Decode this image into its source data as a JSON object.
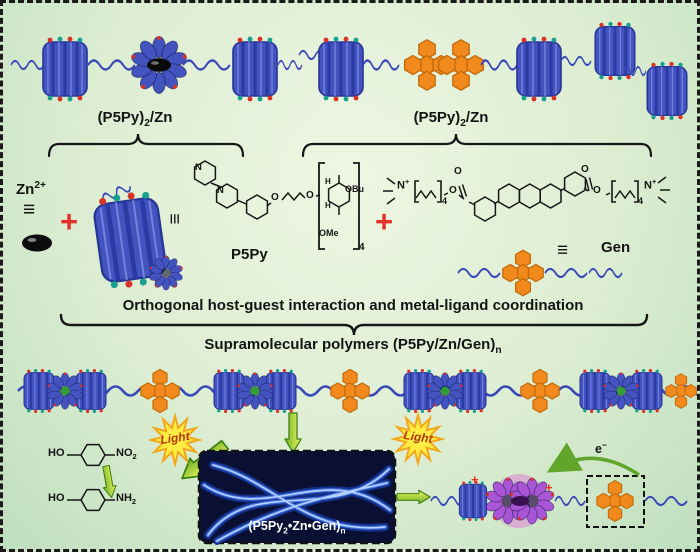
{
  "colors": {
    "host_blue": "#4353c0",
    "guest_orange": "#f2891c",
    "plus_red": "#e4312a",
    "green_arrow": "#6cae25",
    "star_yellow": "#ffec43",
    "purple_complex": "#a855d6",
    "background_green": "#d7ebcf"
  },
  "top": {
    "left_label": {
      "pre": "(P5Py)",
      "sub": "2",
      "post": "/Zn"
    },
    "right_label": {
      "pre": "(P5Py)",
      "sub": "2",
      "post": "/Zn"
    }
  },
  "mid": {
    "zn": {
      "base": "Zn",
      "sup": "2+"
    },
    "equiv": "≡",
    "plus": "+",
    "p5py_label": "P5Py",
    "gen_label": "Gen",
    "p5py_atoms": {
      "n1": "N",
      "n2": "N",
      "o1": "O",
      "o2": "O",
      "obu": "OBu",
      "ome": "OMe",
      "h1": "H",
      "h2": "H",
      "repeat_sub": "4"
    },
    "gen_atoms": {
      "n_left": "N",
      "n_left_sup": "+",
      "sub_left": "4",
      "o_ester_left": "O",
      "o_carbonyl_left": "O",
      "o_ester_right": "O",
      "o_carbonyl_right": "O",
      "sub_right": "4",
      "n_right": "N",
      "n_right_sup": "+"
    }
  },
  "captions": {
    "orthogonal": "Orthogonal host-guest interaction and metal-ligand coordination",
    "polymer_pre": "Supramolecular polymers (P5Py/Zn/Gen)",
    "polymer_sub": "n"
  },
  "bottom": {
    "light": "Light",
    "electron_base": "e",
    "electron_sup": "−",
    "nitro": {
      "ho": "HO",
      "grp": "NO",
      "sub": "2"
    },
    "amino": {
      "ho": "HO",
      "grp": "NH",
      "sub": "2"
    },
    "fiber": {
      "s1": "(P5Py",
      "sub1": "2",
      "s2": "•Zn•Gen)",
      "sub2": "n"
    },
    "plus_mark": "+"
  }
}
